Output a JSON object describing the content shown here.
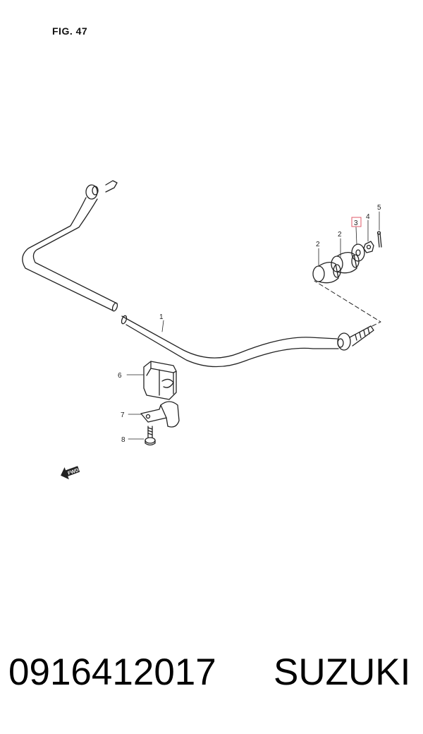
{
  "figure": {
    "title": "FIG. 47",
    "callouts": [
      "1",
      "2",
      "2",
      "3",
      "4",
      "5",
      "6",
      "7",
      "8"
    ],
    "highlight_color": "#e05a6a",
    "fwd_label": "FWD"
  },
  "footer": {
    "part_number": "0916412017",
    "brand": "SUZUKI"
  }
}
